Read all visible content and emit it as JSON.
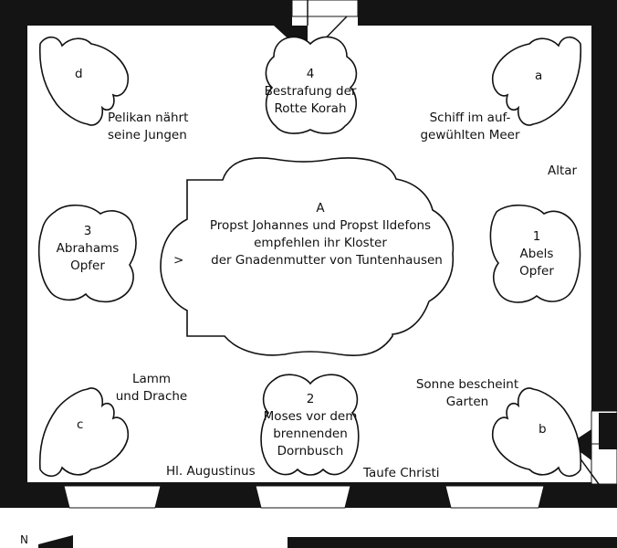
{
  "central": {
    "letter": "A",
    "line1": "Propst Johannes und Propst Ildefons",
    "line2": "empfehlen ihr Kloster",
    "line3": "der Gnadenmutter von Tuntenhausen",
    "marker": ">"
  },
  "panels": [
    {
      "id": "1",
      "lines": [
        "1",
        "Abels",
        "Opfer"
      ]
    },
    {
      "id": "3",
      "lines": [
        "3",
        "Abrahams",
        "Opfer"
      ]
    },
    {
      "id": "4",
      "lines": [
        "4",
        "Bestrafung der",
        "Rotte Korah"
      ]
    },
    {
      "id": "2",
      "lines": [
        "2",
        "Moses vor dem",
        "brennenden",
        "Dornbusch"
      ]
    },
    {
      "id": "a",
      "lines": [
        "a"
      ]
    },
    {
      "id": "b",
      "lines": [
        "b"
      ]
    },
    {
      "id": "c",
      "lines": [
        "c"
      ]
    },
    {
      "id": "d",
      "lines": [
        "d"
      ]
    }
  ],
  "captions": {
    "pelikan": [
      "Pelikan nährt",
      "seine Jungen"
    ],
    "schiff": [
      "Schiff im auf-",
      "gewühlten Meer"
    ],
    "altar": "Altar",
    "lamm": [
      "Lamm",
      "und Drache"
    ],
    "sonne": [
      "Sonne bescheint",
      "Garten"
    ],
    "augustinus": "Hl. Augustinus",
    "taufe": "Taufe Christi",
    "north": "N"
  },
  "colors": {
    "wall": "#141414",
    "ceiling": "#ffffff",
    "line": "#111111"
  }
}
